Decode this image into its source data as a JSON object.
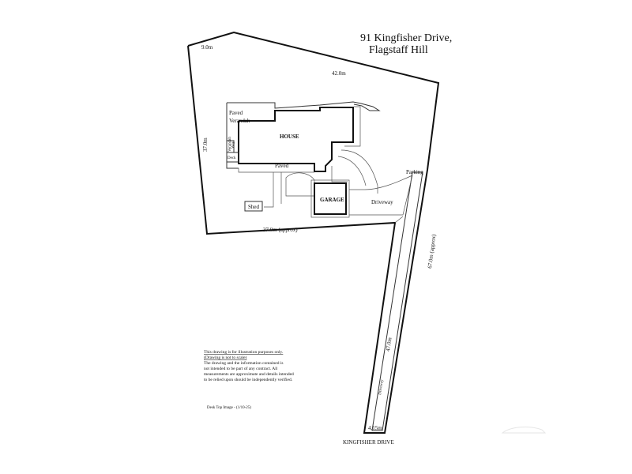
{
  "title": {
    "line1": "91 Kingfisher Drive,",
    "line2": "Flagstaff Hill"
  },
  "dimensions": {
    "top_short": "9.0m",
    "top_long": "42.0m",
    "left": "37.0m",
    "bottom": "37.0m (approx)",
    "right": "67.0m (approx)",
    "driveway_length": "47.0m",
    "frontage": "4.15m"
  },
  "labels": {
    "house": "HOUSE",
    "garage": "GARAGE",
    "shed": "Shed",
    "deck": "Deck",
    "paved_verandah": [
      "Paved",
      "Verandah"
    ],
    "verandah_side": [
      "Verandah",
      "Way"
    ],
    "paved": "Paved",
    "driveway_upper": "Driveway",
    "driveway_lower": "Driveway",
    "parking": "Parking",
    "street": "KINGFISHER DRIVE"
  },
  "disclaimer": {
    "line1": "This drawing is for illustration purposes only.",
    "line2": "(Drawing is not to scale)",
    "line3": "The drawing and the information contained is",
    "line4": "not intended to be part of any contract.  All",
    "line5": "measurements are approximate and details intended",
    "line6": "to be relied upon should be independently verified."
  },
  "footer_ref": "Desk Top Image - (1/10-25)"
}
